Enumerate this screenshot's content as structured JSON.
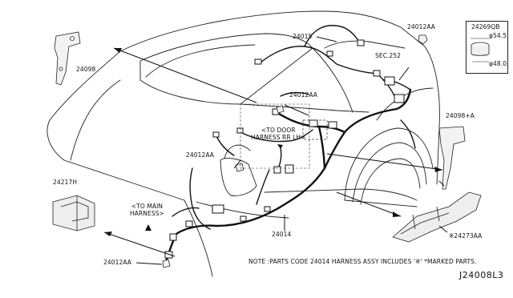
{
  "diagram": {
    "callouts": {
      "c24098": "24098",
      "c24015": "24015",
      "c24012AA_top": "24012AA",
      "sec252": "SEC.252",
      "c24012AA_mid": "24012AA",
      "to_door": "<TO DOOR\nHARNESS RR LH>",
      "c24098A": "24098+A",
      "c24012AA_left": "24012AA",
      "c24217H": "24217H",
      "to_main": "<TO MAIN\nHARNESS>",
      "c24014": "24014",
      "c24273AA": "※24273AA",
      "c24012AA_bottom": "24012AA"
    },
    "inset": {
      "part": "24269QB",
      "dim_top": "φ54.5",
      "dim_bottom": "φ48.0"
    },
    "note": "NOTE :PARTS CODE 24014 HARNESS ASSY INCLUDES '※' *MARKED PARTS.",
    "diagram_id": "J24008L3"
  }
}
